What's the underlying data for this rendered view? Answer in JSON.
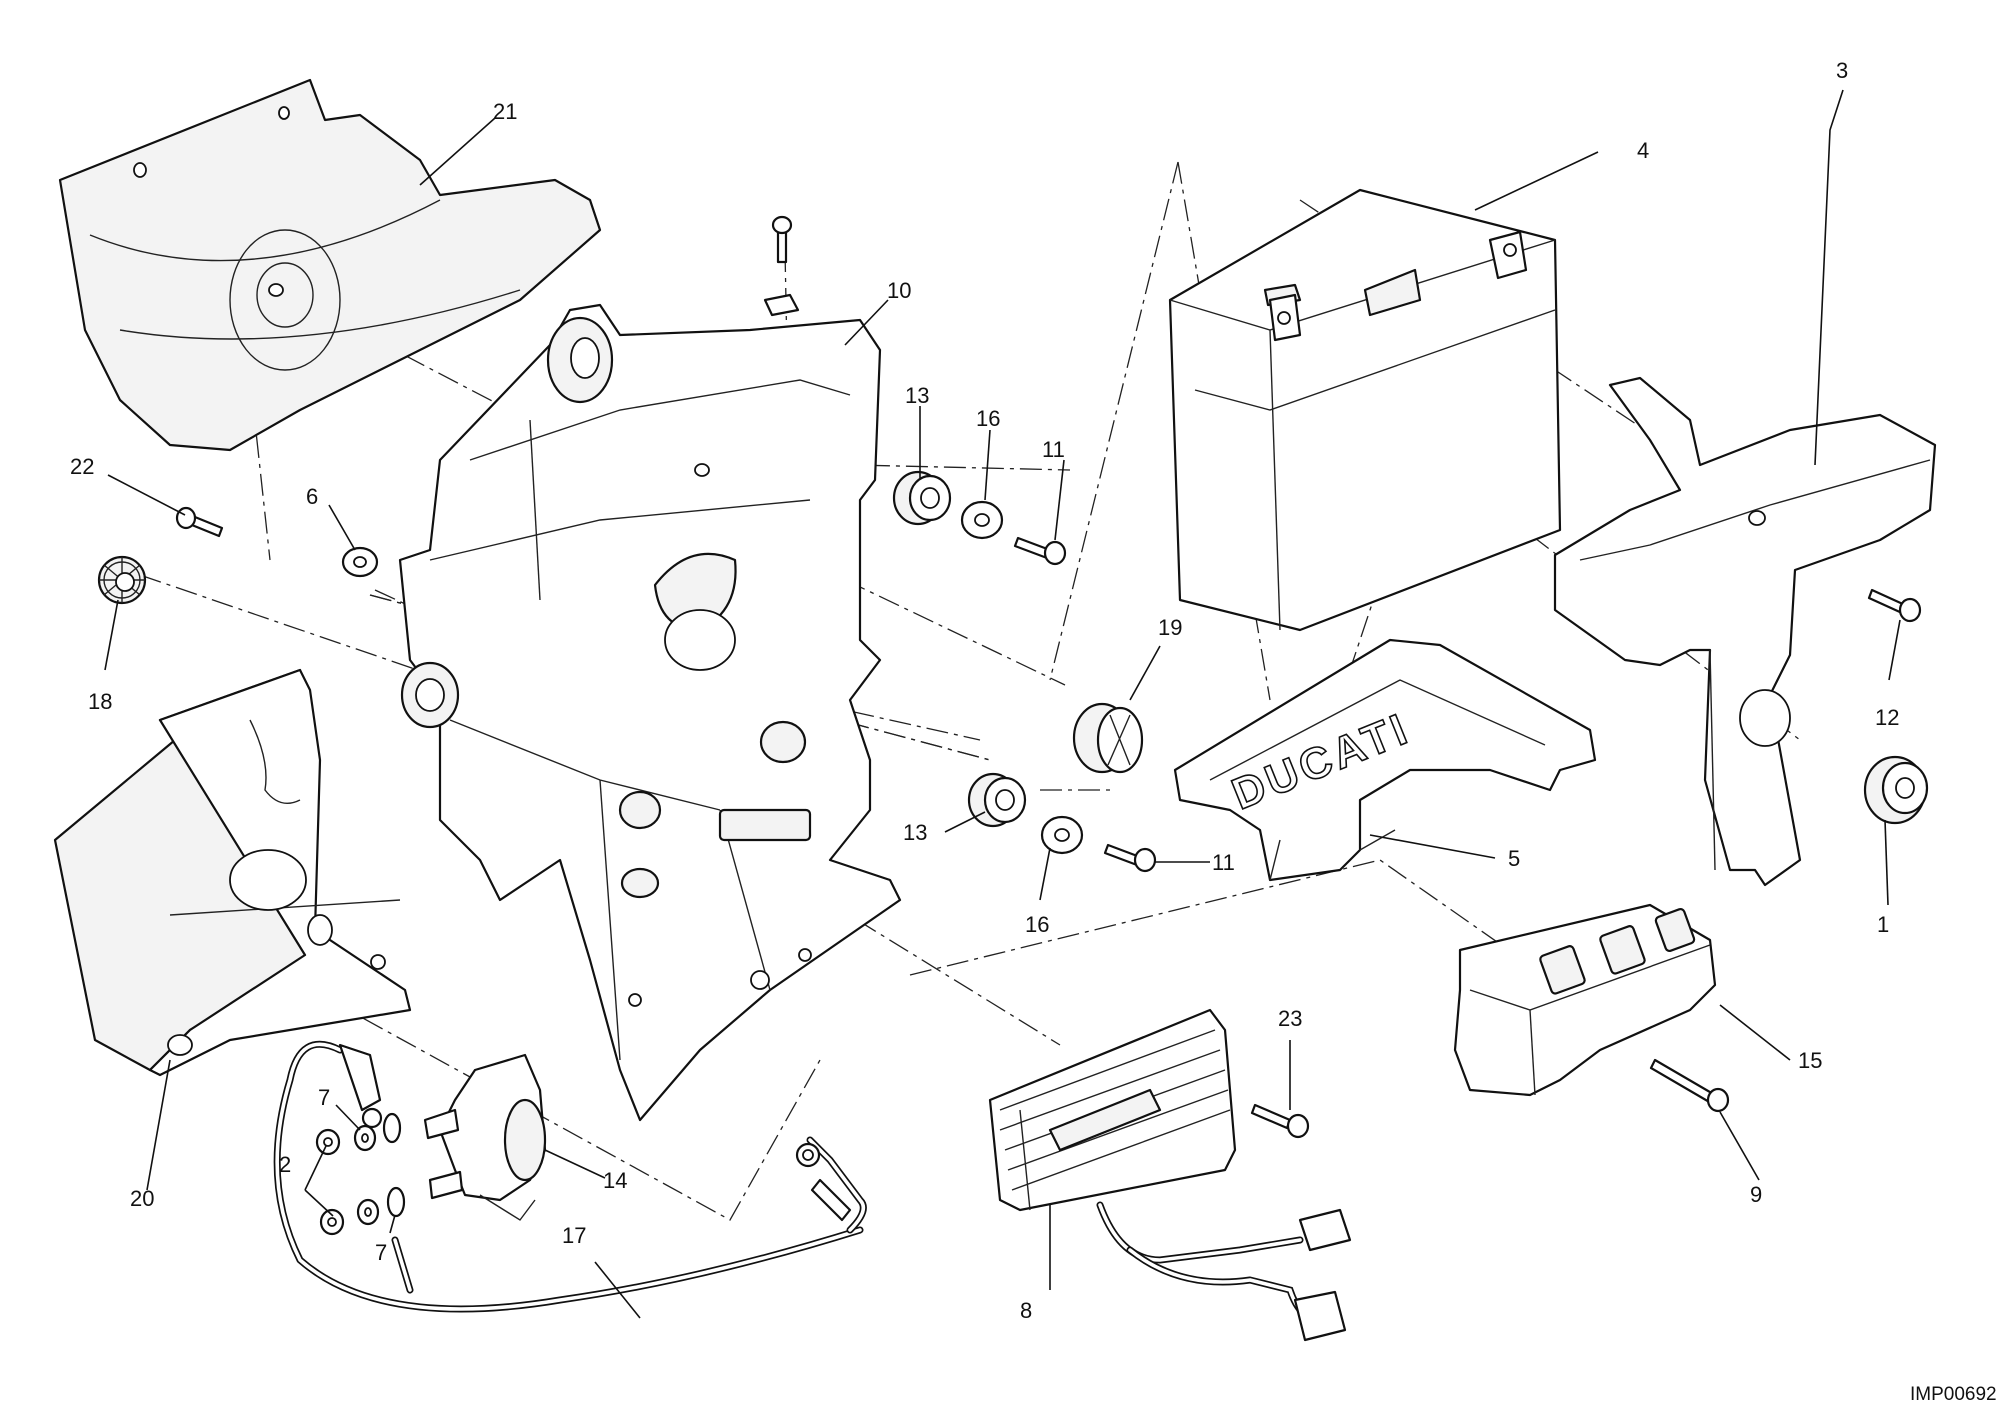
{
  "diagram": {
    "reference_code": "IMP00692",
    "logo_text": "DUCATI",
    "callouts": {
      "c1": "1",
      "c2": "2",
      "c3": "3",
      "c4": "4",
      "c5": "5",
      "c6": "6",
      "c7a": "7",
      "c7b": "7",
      "c8": "8",
      "c9": "9",
      "c10": "10",
      "c11a": "11",
      "c11b": "11",
      "c12": "12",
      "c13a": "13",
      "c13b": "13",
      "c14": "14",
      "c15": "15",
      "c16a": "16",
      "c16b": "16",
      "c17": "17",
      "c18": "18",
      "c19": "19",
      "c20": "20",
      "c21": "21",
      "c22": "22",
      "c23": "23"
    }
  }
}
